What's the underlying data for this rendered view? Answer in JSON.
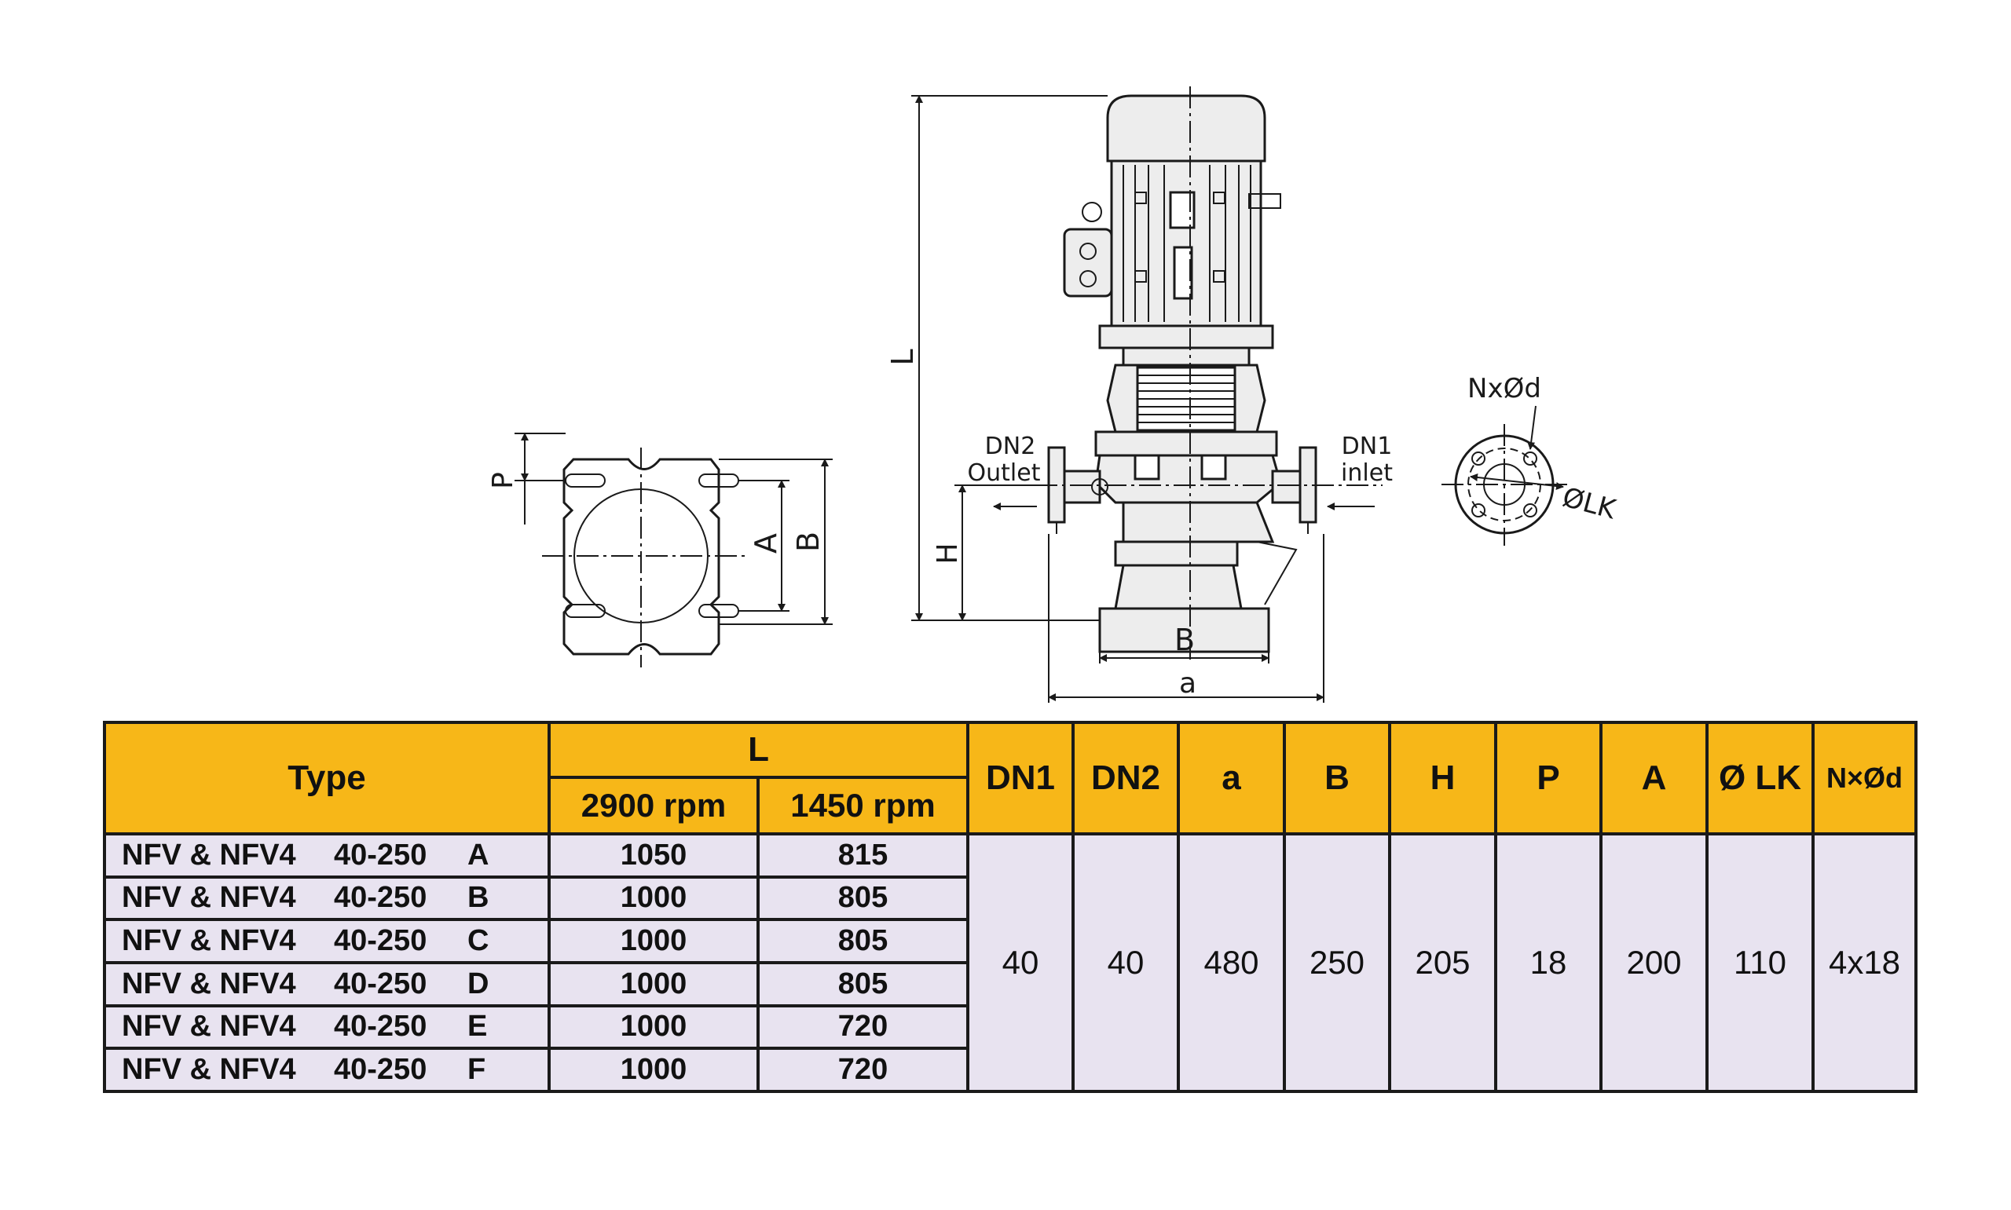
{
  "drawing": {
    "labels": {
      "p": "P",
      "a_flange": "A",
      "b_flange": "B",
      "l_height": "L",
      "h_height": "H",
      "dn2": "DN2",
      "outlet": "Outlet",
      "dn1": "DN1",
      "inlet": "inlet",
      "b_base": "B",
      "a_width": "a",
      "nxd": "NxØd",
      "lk": "ØLK"
    }
  },
  "table": {
    "headers": {
      "type": "Type",
      "l": "L",
      "rpm_2900": "2900 rpm",
      "rpm_1450": "1450 rpm",
      "dn1": "DN1",
      "dn2": "DN2",
      "a": "a",
      "b": "B",
      "h": "H",
      "p": "P",
      "a_upper": "A",
      "lk": "Ø LK",
      "nxd": "N×Ød"
    },
    "rows": [
      {
        "series": "NFV & NFV4",
        "size": "40-250",
        "variant": "A",
        "l_2900": "1050",
        "l_1450": "815"
      },
      {
        "series": "NFV & NFV4",
        "size": "40-250",
        "variant": "B",
        "l_2900": "1000",
        "l_1450": "805"
      },
      {
        "series": "NFV & NFV4",
        "size": "40-250",
        "variant": "C",
        "l_2900": "1000",
        "l_1450": "805"
      },
      {
        "series": "NFV & NFV4",
        "size": "40-250",
        "variant": "D",
        "l_2900": "1000",
        "l_1450": "805"
      },
      {
        "series": "NFV & NFV4",
        "size": "40-250",
        "variant": "E",
        "l_2900": "1000",
        "l_1450": "720"
      },
      {
        "series": "NFV & NFV4",
        "size": "40-250",
        "variant": "F",
        "l_2900": "1000",
        "l_1450": "720"
      }
    ],
    "shared": {
      "dn1": "40",
      "dn2": "40",
      "a": "480",
      "b": "250",
      "h": "205",
      "p": "18",
      "a_upper": "200",
      "lk": "110",
      "nxd": "4x18"
    }
  },
  "colors": {
    "header": "#f7b718",
    "body": "#e8e3f0",
    "line": "#1a1a1a"
  }
}
